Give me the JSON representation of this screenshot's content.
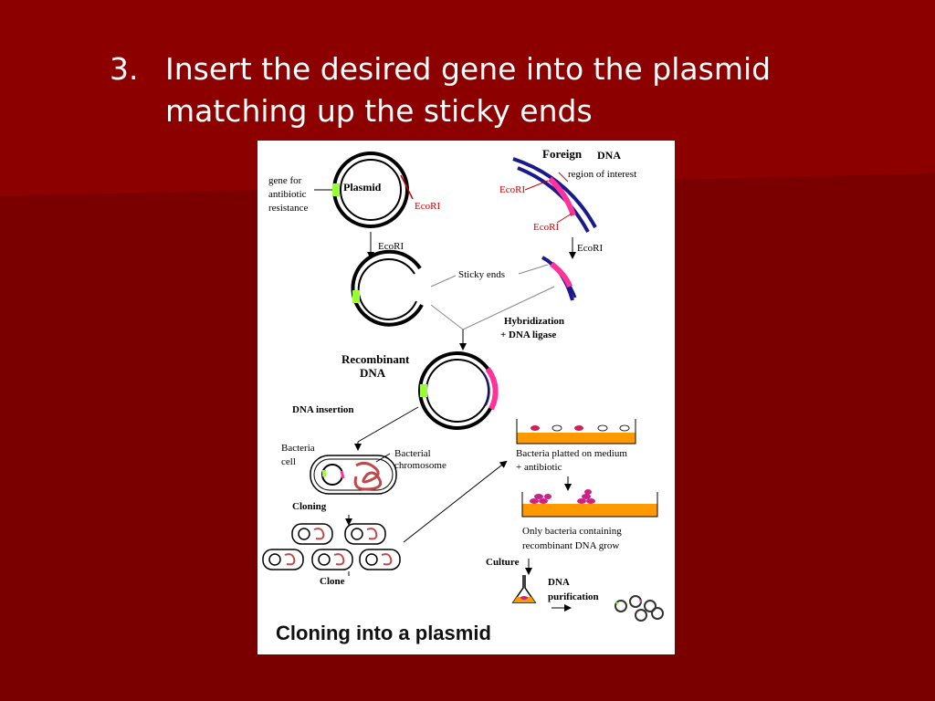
{
  "slide": {
    "number": "3.",
    "title_line1": "Insert the desired gene into the plasmid",
    "title_line2": "matching up the sticky ends"
  },
  "figure": {
    "caption": "Cloning into a plasmid",
    "labels": {
      "gene_for_antibiotic_resistance": [
        "gene for",
        "antibiotic",
        "resistance"
      ],
      "plasmid": "Plasmid",
      "ecori_plasmid": "EcoRI",
      "ecori_arrow_left": "EcoRI",
      "foreign": "Foreign",
      "dna": "DNA",
      "region_of_interest": "region of interest",
      "ecori_foreign_1": "EcoRI",
      "ecori_foreign_2": "EcoRI",
      "ecori_arrow_right": "EcoRI",
      "sticky_ends": "Sticky ends",
      "hybridization": "Hybridization",
      "dna_ligase": "+ DNA ligase",
      "recombinant": "Recombinant",
      "recombinant_dna": "DNA",
      "dna_insertion": "DNA insertion",
      "bacteria_cell": [
        "Bacteria",
        "cell"
      ],
      "bacterial_chromosome": [
        "Bacterial",
        "chromosome"
      ],
      "cloning": "Cloning",
      "clone": "Clone",
      "bacteria_platted": [
        "Bacteria platted on medium",
        "+ antibiotic"
      ],
      "only_bacteria": [
        "Only bacteria containing",
        "recombinant DNA grow"
      ],
      "culture": "Culture",
      "dna_purification": [
        "DNA",
        "purification"
      ]
    },
    "colors": {
      "slide_bg": "#7a0000",
      "resistance_gene": "#99ff33",
      "insert": "#ff3399",
      "foreign_dna": "#1a1a8c",
      "medium": "#ff9900",
      "ecori_label": "#cc0000"
    }
  }
}
